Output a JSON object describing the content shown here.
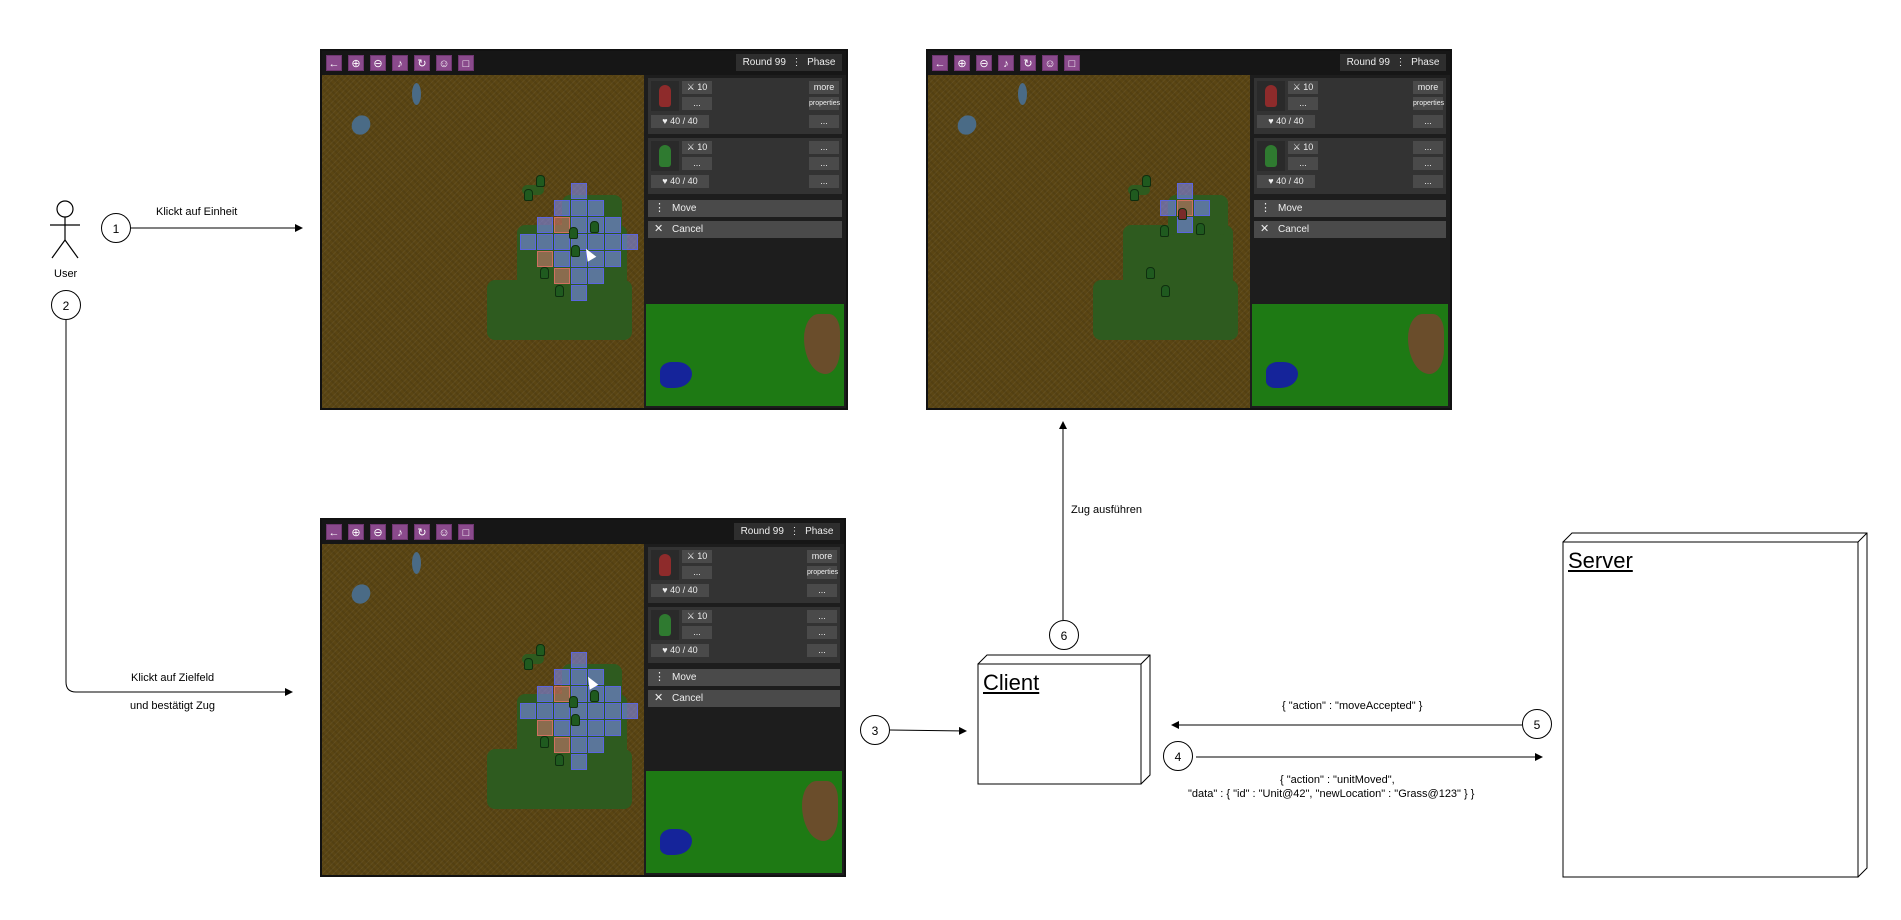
{
  "actor": {
    "label": "User"
  },
  "steps": [
    {
      "num": "1",
      "text": "Klickt auf Einheit"
    },
    {
      "num": "2",
      "text_line1": "Klickt auf Zielfeld",
      "text_line2": "und bestätigt Zug"
    },
    {
      "num": "3"
    },
    {
      "num": "4",
      "text_line1": "{ \"action\" : \"unitMoved\",",
      "text_line2": "\"data\" : { \"id\" : \"Unit@42\", \"newLocation\" : \"Grass@123\" } }"
    },
    {
      "num": "5",
      "text": "{ \"action\" : \"moveAccepted\" }"
    },
    {
      "num": "6",
      "text": "Zug ausführen"
    }
  ],
  "nodes": {
    "client": "Client",
    "server": "Server"
  },
  "game": {
    "round_label": "Round 99",
    "phase_label": "Phase",
    "toolbar_icons": [
      "back-arrow-icon",
      "zoom-in-icon",
      "zoom-out-icon",
      "music-icon",
      "restart-icon",
      "profile-icon",
      "chat-icon"
    ],
    "units": [
      {
        "attack": "10",
        "btn1": "more",
        "btn2": "...",
        "btn3": "properties",
        "hp": "40 / 40",
        "btn4": "..."
      },
      {
        "attack": "10",
        "btn1": "...",
        "btn2": "...",
        "btn3": "...",
        "hp": "40 / 40",
        "btn4": "..."
      }
    ],
    "move_label": "Move",
    "cancel_label": "Cancel"
  },
  "colors": {
    "accent": "#8a4a8c",
    "map": "#5a4513",
    "range": "#8c8cff"
  }
}
